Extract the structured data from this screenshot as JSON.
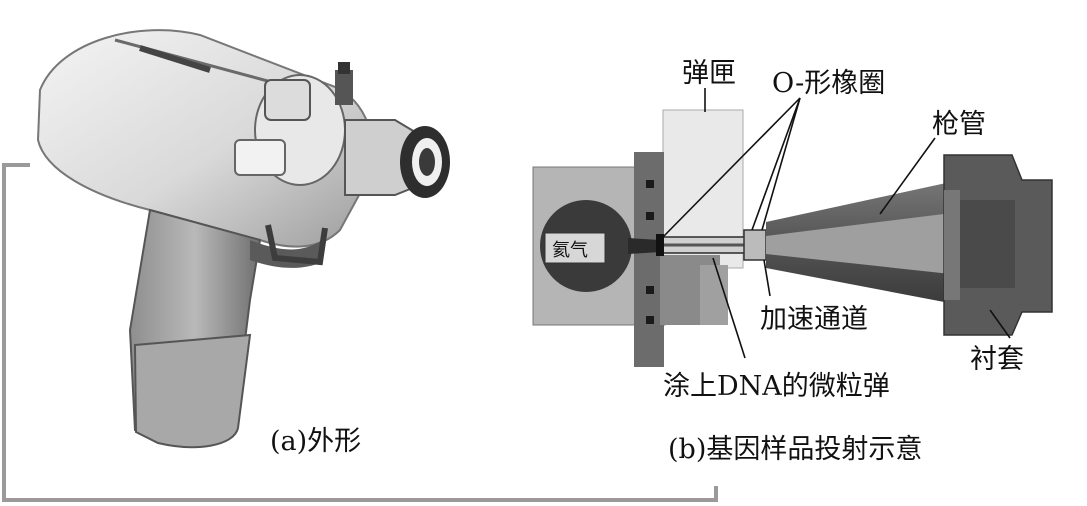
{
  "panel_a": {
    "caption": "(a)外形"
  },
  "panel_b": {
    "caption": "(b)基因样品投射示意",
    "labels": {
      "cartridge": "弹匣",
      "o_ring": "O-形橡圈",
      "barrel": "枪管",
      "gas": "氦气",
      "accel_channel": "加速通道",
      "sleeve": "衬套",
      "dna_bullet": "涂上DNA的微粒弹"
    }
  },
  "colors": {
    "body_light": "#e6e6e6",
    "body_mid": "#9a9a9a",
    "body_dark": "#3c3c3c",
    "frame_gray": "#8a8a8a",
    "line": "#111111"
  }
}
